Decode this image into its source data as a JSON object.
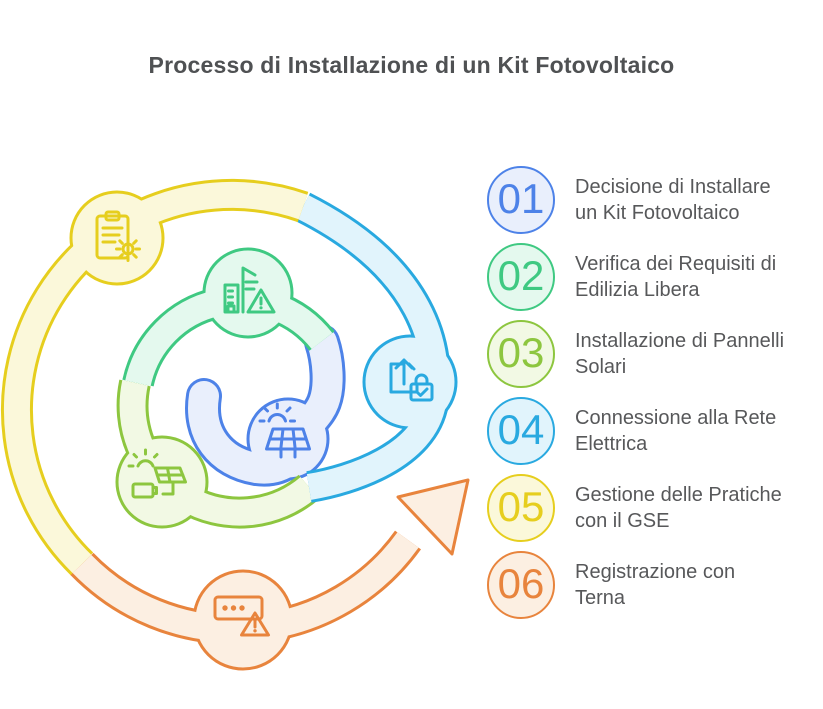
{
  "title": "Processo di Installazione di un Kit Fotovoltaico",
  "steps": [
    {
      "number": "01",
      "line1": "Decisione di Installare",
      "line2": "un Kit Fotovoltaico",
      "color": "#4d82e8",
      "fill": "#e9effc",
      "icon": "solar-panel-sun-icon"
    },
    {
      "number": "02",
      "line1": "Verifica dei Requisiti di",
      "line2": "Edilizia Libera",
      "color": "#3fc982",
      "fill": "#e4f9ee",
      "icon": "building-warning-icon"
    },
    {
      "number": "03",
      "line1": "Installazione di Pannelli",
      "line2": "Solari",
      "color": "#8dc63f",
      "fill": "#f2f9e4",
      "icon": "solar-battery-icon"
    },
    {
      "number": "04",
      "line1": "Connessione alla Rete",
      "line2": "Elettrica",
      "color": "#29a9e0",
      "fill": "#e1f4fc",
      "icon": "upload-lock-icon"
    },
    {
      "number": "05",
      "line1": "Gestione delle Pratiche",
      "line2": "con il GSE",
      "color": "#e6ce1e",
      "fill": "#fbf8da",
      "icon": "clipboard-gear-icon"
    },
    {
      "number": "06",
      "line1": "Registrazione con",
      "line2": "Terna",
      "color": "#e8843d",
      "fill": "#fcefe2",
      "icon": "password-warning-icon"
    }
  ],
  "text_color": "#57585a"
}
